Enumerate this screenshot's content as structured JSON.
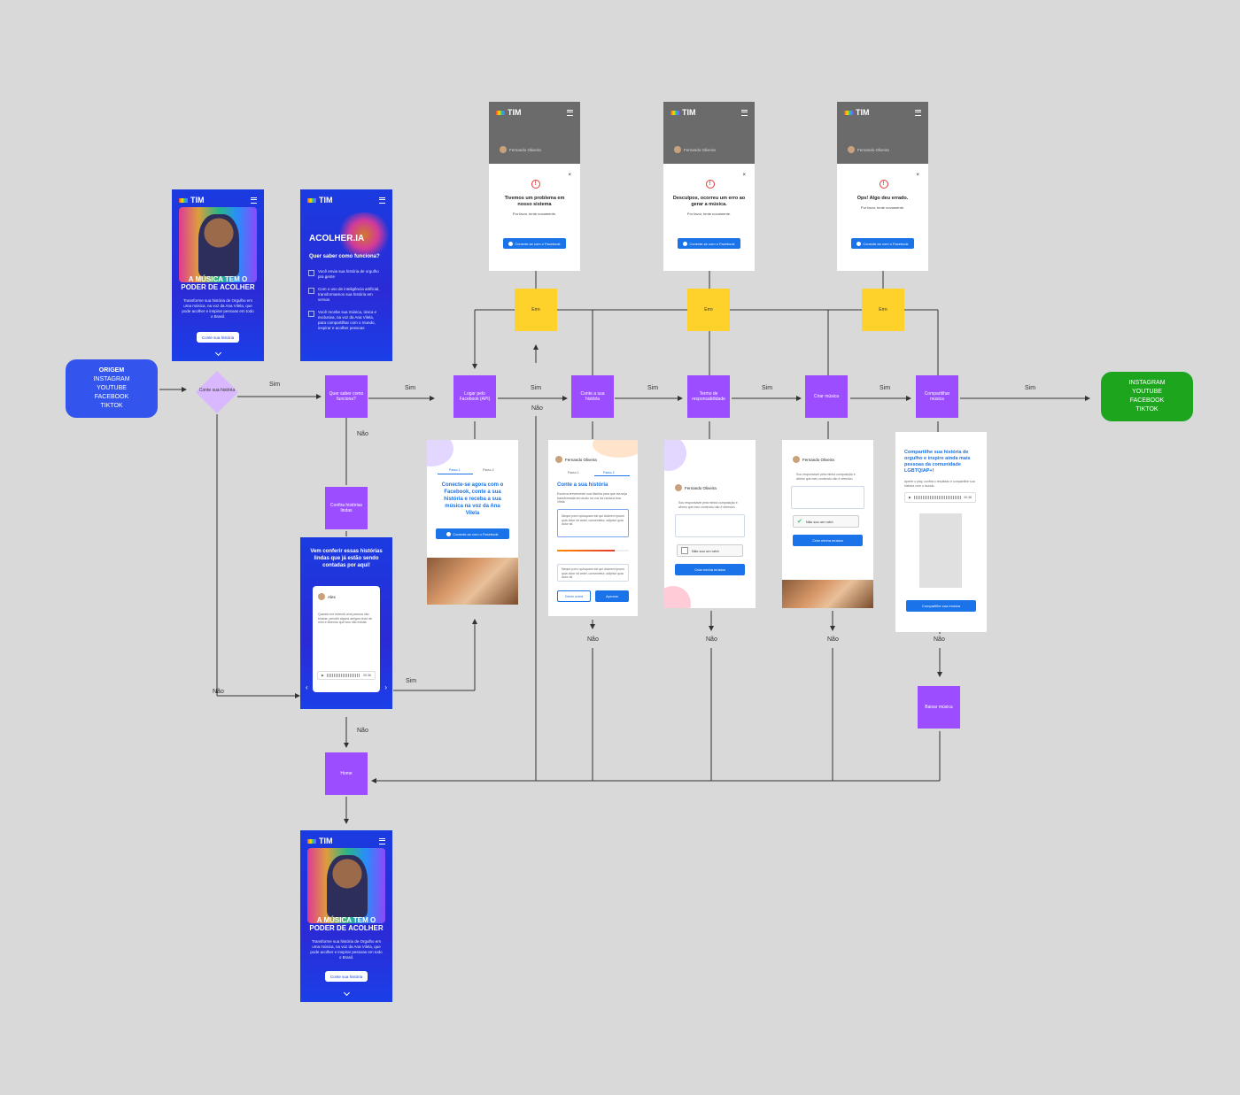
{
  "diagram": {
    "origin": {
      "title": "ORIGEM",
      "lines": [
        "INSTAGRAM",
        "YOUTUBE",
        "FACEBOOK",
        "TIKTOK"
      ],
      "color": "#3355ee"
    },
    "destination": {
      "lines": [
        "INSTAGRAM",
        "YOUTUBE",
        "FACEBOOK",
        "TIKTOK"
      ],
      "color": "#1ea51e"
    },
    "decision": "Conte sua história",
    "nodes": {
      "how_it_works": "Quer saber como funciona?",
      "fb_login": "Logar pelo Facebook (API)",
      "tell_story": "Conte a sua história",
      "terms": "Termo de responsabilidade",
      "create_music": "Criar música",
      "share_music": "Compartilhar música",
      "view_stories": "Confira histórias lindas",
      "home": "Home",
      "download": "Baixar música"
    },
    "error_label": "Erro",
    "yes": "Sim",
    "no": "Não",
    "node_color": "#9b4dff",
    "error_color": "#ffd12b"
  },
  "screens": {
    "home": {
      "brand": "TIM",
      "title_line1": "A MÚSICA TEM O",
      "title_line2": "PODER DE ACOLHER",
      "text": "Transforme sua história de Orgulho em uma música, na voz da Ana Vilela, que pode acolher e inspirar pessoas em todo o Brasil.",
      "cta": "Conte sua história"
    },
    "how": {
      "brand": "TIM",
      "logo": "ACOLHER.IA",
      "title": "Quer saber como funciona?",
      "steps": [
        "Você envia sua história de orgulho pra gente",
        "Com o uso de inteligência artificial, transformamos sua história em versos",
        "Você recebe sua música, única e exclusiva, na voz da Ana Vilela, para compartilhar com o mundo, inspirar e acolher pessoas"
      ]
    },
    "errors": [
      {
        "user": "Fernando Oliveira",
        "title": "Tivemos um problema em nosso sistema",
        "sub": "Por favor, tente novamente.",
        "button": "Conecte-se com o Facebook"
      },
      {
        "user": "Fernando Oliveira",
        "title": "Desculpos, ocorreu um erro ao gerar a música.",
        "sub": "Por favor, tente novamente.",
        "button": "Conecte-se com o Facebook"
      },
      {
        "user": "Fernando Oliveira",
        "title": "Ops! Algo deu errado.",
        "sub": "Por favor, tente novamente.",
        "button": "Conecte-se com o Facebook"
      }
    ],
    "connect": {
      "step1": "Passo 1",
      "step2": "Passo 2",
      "title": "Conecte-se agora com o Facebook, conte a sua história e receba a sua música na voz da Ana Vilela",
      "button": "Conecte-se com o Facebook"
    },
    "story": {
      "user": "Fernando Oliveira",
      "step1": "Passo 1",
      "step2": "Passo 2",
      "title": "Conte a sua história",
      "intro": "Escreva brevemente sua história para que ela seja transformada em áudio na voz da cantora Ana Vilela.",
      "placeholder": "Neque porro quisquam est qui dolorem ipsum quia dolor sit amet, consectetur, adipisci quia dolor sit.",
      "btn_secondary": "Gerar outra",
      "btn_primary": "Aprovar"
    },
    "terms": {
      "user": "Fernando Oliveira",
      "check": "Sou responsável pela minha composição e afirmo que meu conteúdo não é ofensivo.",
      "captcha": "Não sou um robô",
      "button": "Criar minha música"
    },
    "create": {
      "user": "Fernando Oliveira",
      "check": "Sou responsável pela minha composição e afirmo que meu conteúdo não é ofensivo.",
      "captcha": "Não sou um robô",
      "button": "Criar minha música"
    },
    "share": {
      "title": "Compartilhe sua história de orgulho e inspire ainda mais pessoas da comunidade LGBTQIAP+!",
      "sub": "Aperte o play, confira o resultado e compartilhe sua história com o mundo.",
      "time": "00:36",
      "button": "Compartilhe sua música"
    },
    "stories": {
      "title": "Vem conferir essas histórias lindas que já estão sendo contadas por aqui!",
      "user": "Alex",
      "text": "Quando me entendi uma pessoa não binária, percebi alguns amigos rindo de mim e dizendo que isso não existia.",
      "time": "00:36"
    }
  }
}
